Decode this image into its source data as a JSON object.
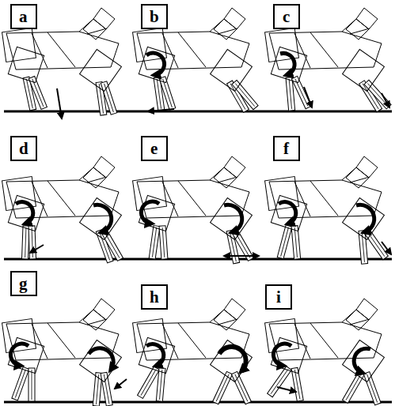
{
  "diagram": {
    "nodes": [
      {
        "text": [
          "a"
        ]
      },
      {
        "text": [
          "b"
        ]
      },
      {
        "text": [
          "c"
        ]
      },
      {
        "text": [
          "d"
        ]
      },
      {
        "text": [
          "e"
        ]
      },
      {
        "text": [
          "f"
        ]
      },
      {
        "text": [
          "g"
        ]
      },
      {
        "text": [
          "h"
        ]
      },
      {
        "text": [
          "i"
        ]
      }
    ]
  }
}
